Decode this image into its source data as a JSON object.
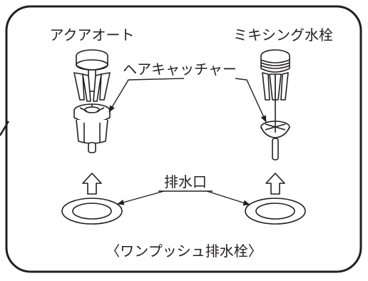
{
  "labels": {
    "aqua_auto": "アクアオート",
    "mixing_faucet": "ミキシング水栓",
    "hair_catcher": "ヘアキャッチャー",
    "drain_outlet": "排水口",
    "caption": "〈ワンプッシュ排水栓〉"
  },
  "colors": {
    "ink": "#231f20",
    "background": "#ffffff"
  }
}
